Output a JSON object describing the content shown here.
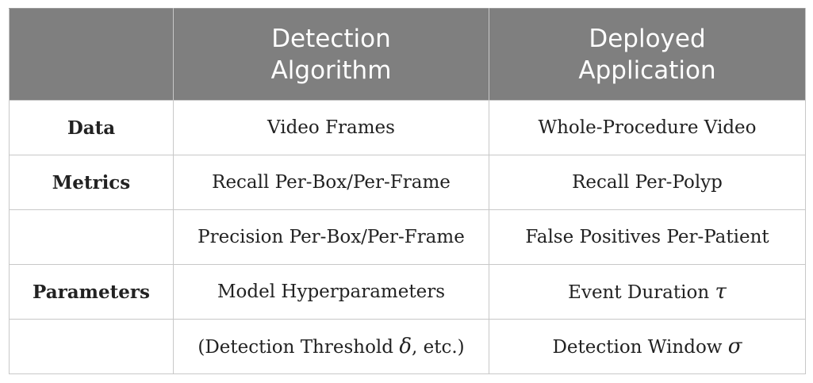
{
  "table": {
    "headers": [
      {
        "lines": [
          ""
        ]
      },
      {
        "lines": [
          "Detection",
          "Algorithm"
        ]
      },
      {
        "lines": [
          "Deployed",
          "Application"
        ]
      }
    ],
    "rows": [
      {
        "label": "Data",
        "algorithm": "Video Frames",
        "application": "Whole-Procedure Video"
      },
      {
        "label": "Metrics",
        "algorithm": "Recall Per-Box/Per-Frame",
        "application": "Recall Per-Polyp"
      },
      {
        "label": "",
        "algorithm": "Precision Per-Box/Per-Frame",
        "application": "False Positives Per-Patient"
      },
      {
        "label": "Parameters",
        "algorithm": "Model Hyperparameters",
        "application": "Event Duration",
        "application_symbol": "τ"
      },
      {
        "label": "",
        "algorithm_pre": "(Detection Threshold",
        "algorithm_symbol": "δ",
        "algorithm_post": ", etc.)",
        "application": "Detection Window",
        "application_symbol": "σ"
      }
    ]
  },
  "colors": {
    "header_bg": "#7f7f7f",
    "header_text": "#ffffff",
    "grid_line": "#c8c8c8"
  }
}
